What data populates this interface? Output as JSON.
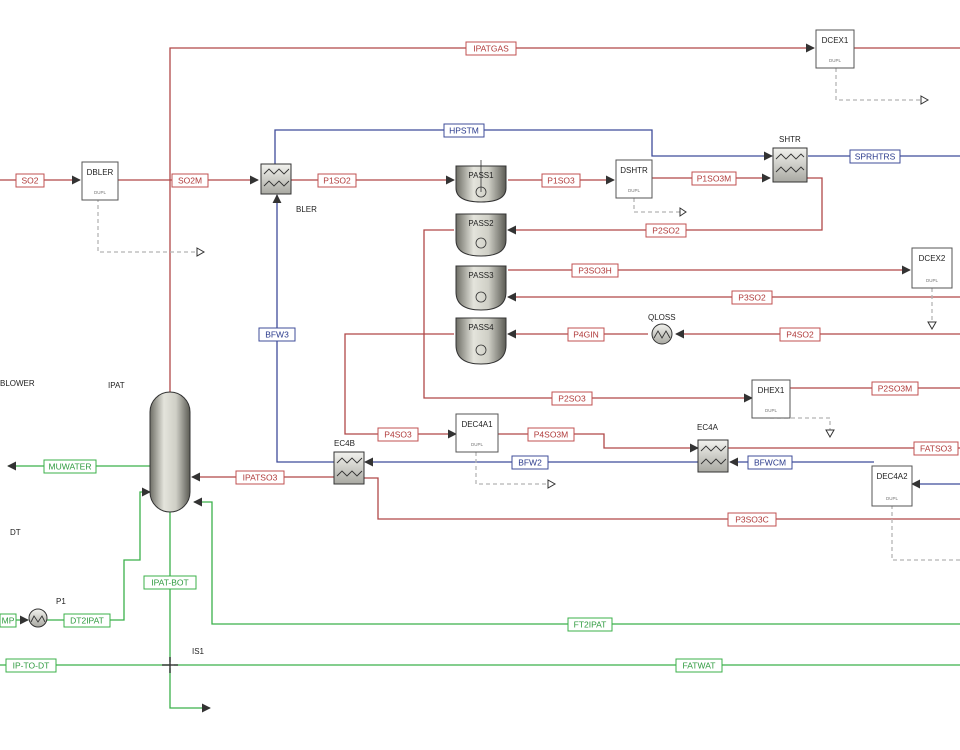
{
  "streams": {
    "ipatgas": "IPATGAS",
    "so2": "SO2",
    "so2m": "SO2M",
    "p1so2": "P1SO2",
    "p1so3": "P1SO3",
    "p1so3m": "P1SO3M",
    "hpstm": "HPSTM",
    "sprhtrs": "SPRHTRS",
    "p2so2": "P2SO2",
    "p3so3h": "P3SO3H",
    "p3so2": "P3SO2",
    "p4gin": "P4GIN",
    "p4so2": "P4SO2",
    "bfw3": "BFW3",
    "p2so3": "P2SO3",
    "p2so3m": "P2SO3M",
    "p4so3": "P4SO3",
    "p4so3m": "P4SO3M",
    "fatso3": "FATSO3",
    "bfw2": "BFW2",
    "bfwcm": "BFWCM",
    "ipatso3": "IPATSO3",
    "muwater": "MUWATER",
    "p3so3c": "P3SO3C",
    "ipat_bot": "IPAT-BOT",
    "dt2ipat": "DT2IPAT",
    "ft2ipat": "FT2IPAT",
    "ip_to_dt": "IP-TO-DT",
    "fatwat": "FATWAT",
    "mp": "MP"
  },
  "blocks": {
    "dbler": "DBLER",
    "bler": "BLER",
    "dcex1": "DCEX1",
    "dshtr": "DSHTR",
    "shtr": "SHTR",
    "dcex2": "DCEX2",
    "dhex1": "DHEX1",
    "dec4a1": "DEC4A1",
    "ec4a": "EC4A",
    "ec4b": "EC4B",
    "dec4a2": "DEC4A2",
    "ipat": "IPAT",
    "qloss": "QLOSS",
    "p1": "P1",
    "is1": "IS1",
    "pass1": "PASS1",
    "pass2": "PASS2",
    "pass3": "PASS3",
    "pass4": "PASS4",
    "blower": "BLOWER",
    "dt": "DT"
  },
  "block_sublabel": "DUPL",
  "colors": {
    "material_stream": "#b04848",
    "steam_stream": "#3f4c9a",
    "water_stream": "#3bb04a",
    "design_spec": "#b5b5b5"
  }
}
